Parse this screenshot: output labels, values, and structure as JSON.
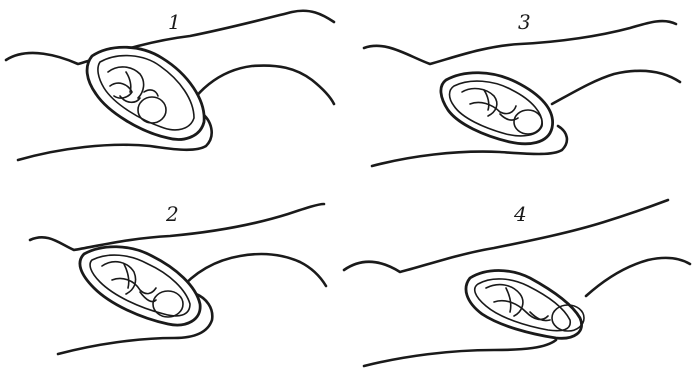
{
  "panels": [
    {
      "label": "1"
    },
    {
      "label": "3"
    },
    {
      "label": "2"
    },
    {
      "label": "4"
    }
  ]
}
